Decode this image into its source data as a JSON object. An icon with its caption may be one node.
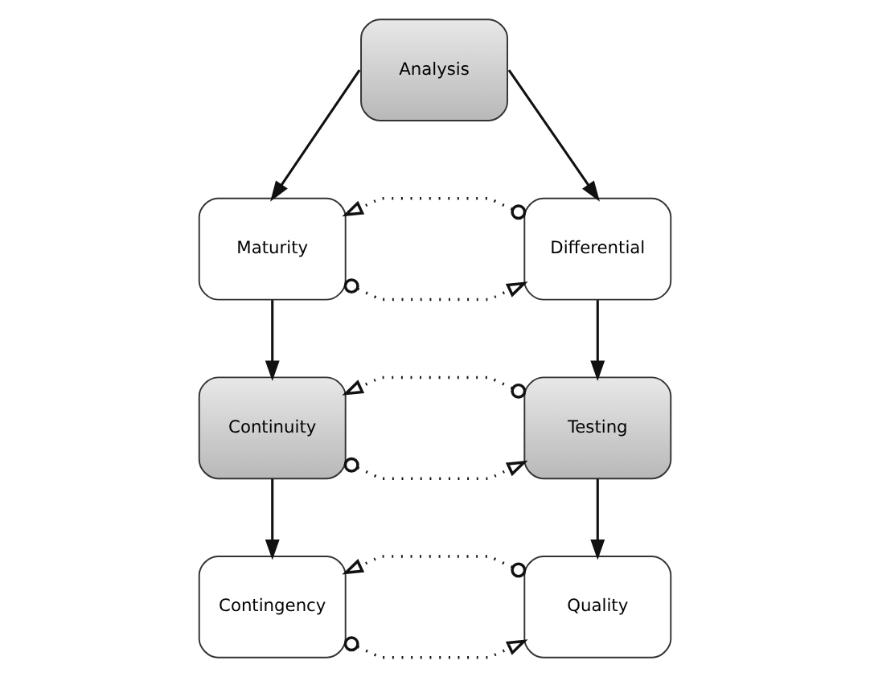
{
  "diagram": {
    "nodes": [
      {
        "text": [
          "Analysis"
        ]
      },
      {
        "text": [
          "Maturity"
        ]
      },
      {
        "text": [
          "Differential"
        ]
      },
      {
        "text": [
          "Continuity"
        ]
      },
      {
        "text": [
          "Testing"
        ]
      },
      {
        "text": [
          "Contingency"
        ]
      },
      {
        "text": [
          "Quality"
        ]
      }
    ],
    "edges": [
      {
        "from": 0,
        "to": 1,
        "arrow": "to"
      },
      {
        "from": 0,
        "to": 2,
        "arrow": "to"
      },
      {
        "from": 1,
        "to": 2,
        "arrow": "to",
        "style": "dashed"
      },
      {
        "from": 2,
        "to": 1,
        "arrow": "to",
        "style": "dashed"
      },
      {
        "from": 1,
        "to": 3,
        "arrow": "to"
      },
      {
        "from": 2,
        "to": 4,
        "arrow": "to"
      },
      {
        "from": 3,
        "to": 4,
        "arrow": "to",
        "style": "dashed"
      },
      {
        "from": 4,
        "to": 3,
        "arrow": "to",
        "style": "dashed"
      },
      {
        "from": 3,
        "to": 5,
        "arrow": "to"
      },
      {
        "from": 4,
        "to": 6,
        "arrow": "to"
      },
      {
        "from": 5,
        "to": 6,
        "arrow": "to",
        "style": "dashed"
      },
      {
        "from": 6,
        "to": 5,
        "arrow": "to",
        "style": "dashed"
      }
    ]
  }
}
